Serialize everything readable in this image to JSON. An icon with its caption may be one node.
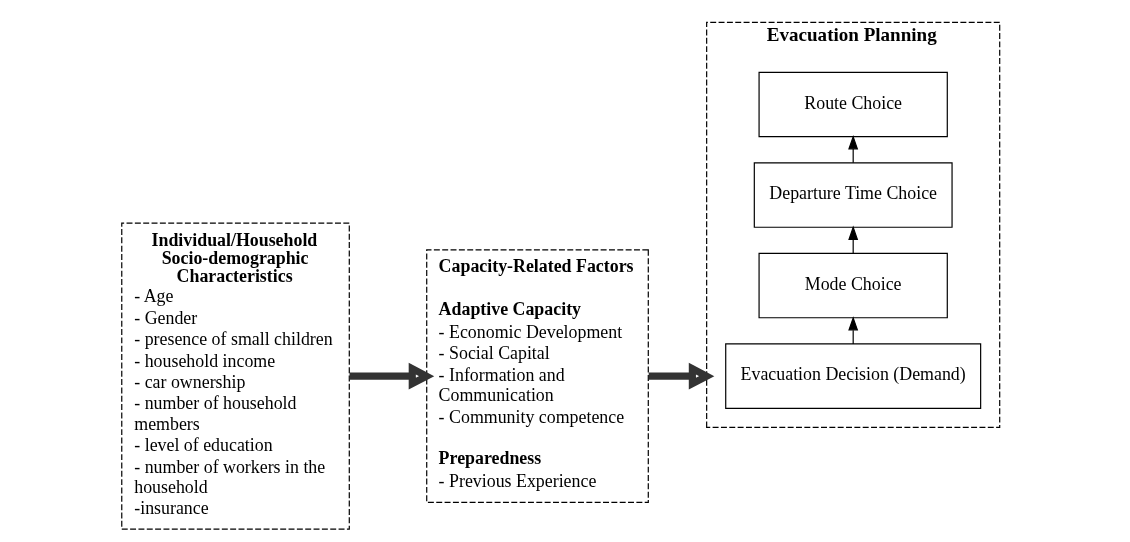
{
  "diagram": {
    "nodes": [
      {
        "text": [
          "Individual/Household Socio-demographic Characteristics",
          "- Age",
          "- Gender",
          "- presence of small children",
          "- household income",
          "- car ownership",
          "- number of household members",
          "- level of education",
          "- number of workers in the household",
          "-insurance"
        ]
      },
      {
        "text": [
          "Capacity-Related Factors",
          "Adaptive Capacity",
          "- Economic Development",
          "- Social Capital",
          "- Information and Communication",
          "- Community competence",
          "Preparedness",
          "- Previous Experience"
        ]
      },
      {
        "text": [
          "Evacuation Planning"
        ]
      },
      {
        "text": [
          "Evacuation Decision (Demand)"
        ],
        "in": 2
      },
      {
        "text": [
          "Mode Choice"
        ],
        "in": 2
      },
      {
        "text": [
          "Departure Time Choice"
        ],
        "in": 2
      },
      {
        "text": [
          "Route Choice"
        ],
        "in": 2
      }
    ],
    "edges": [
      {
        "from": 0,
        "to": 1,
        "arrow": "to",
        "style": "thick"
      },
      {
        "from": 1,
        "to": 2,
        "arrow": "to",
        "style": "thick"
      },
      {
        "from": 3,
        "to": 4,
        "arrow": "to"
      },
      {
        "from": 4,
        "to": 5,
        "arrow": "to"
      },
      {
        "from": 5,
        "to": 6,
        "arrow": "to"
      }
    ]
  }
}
